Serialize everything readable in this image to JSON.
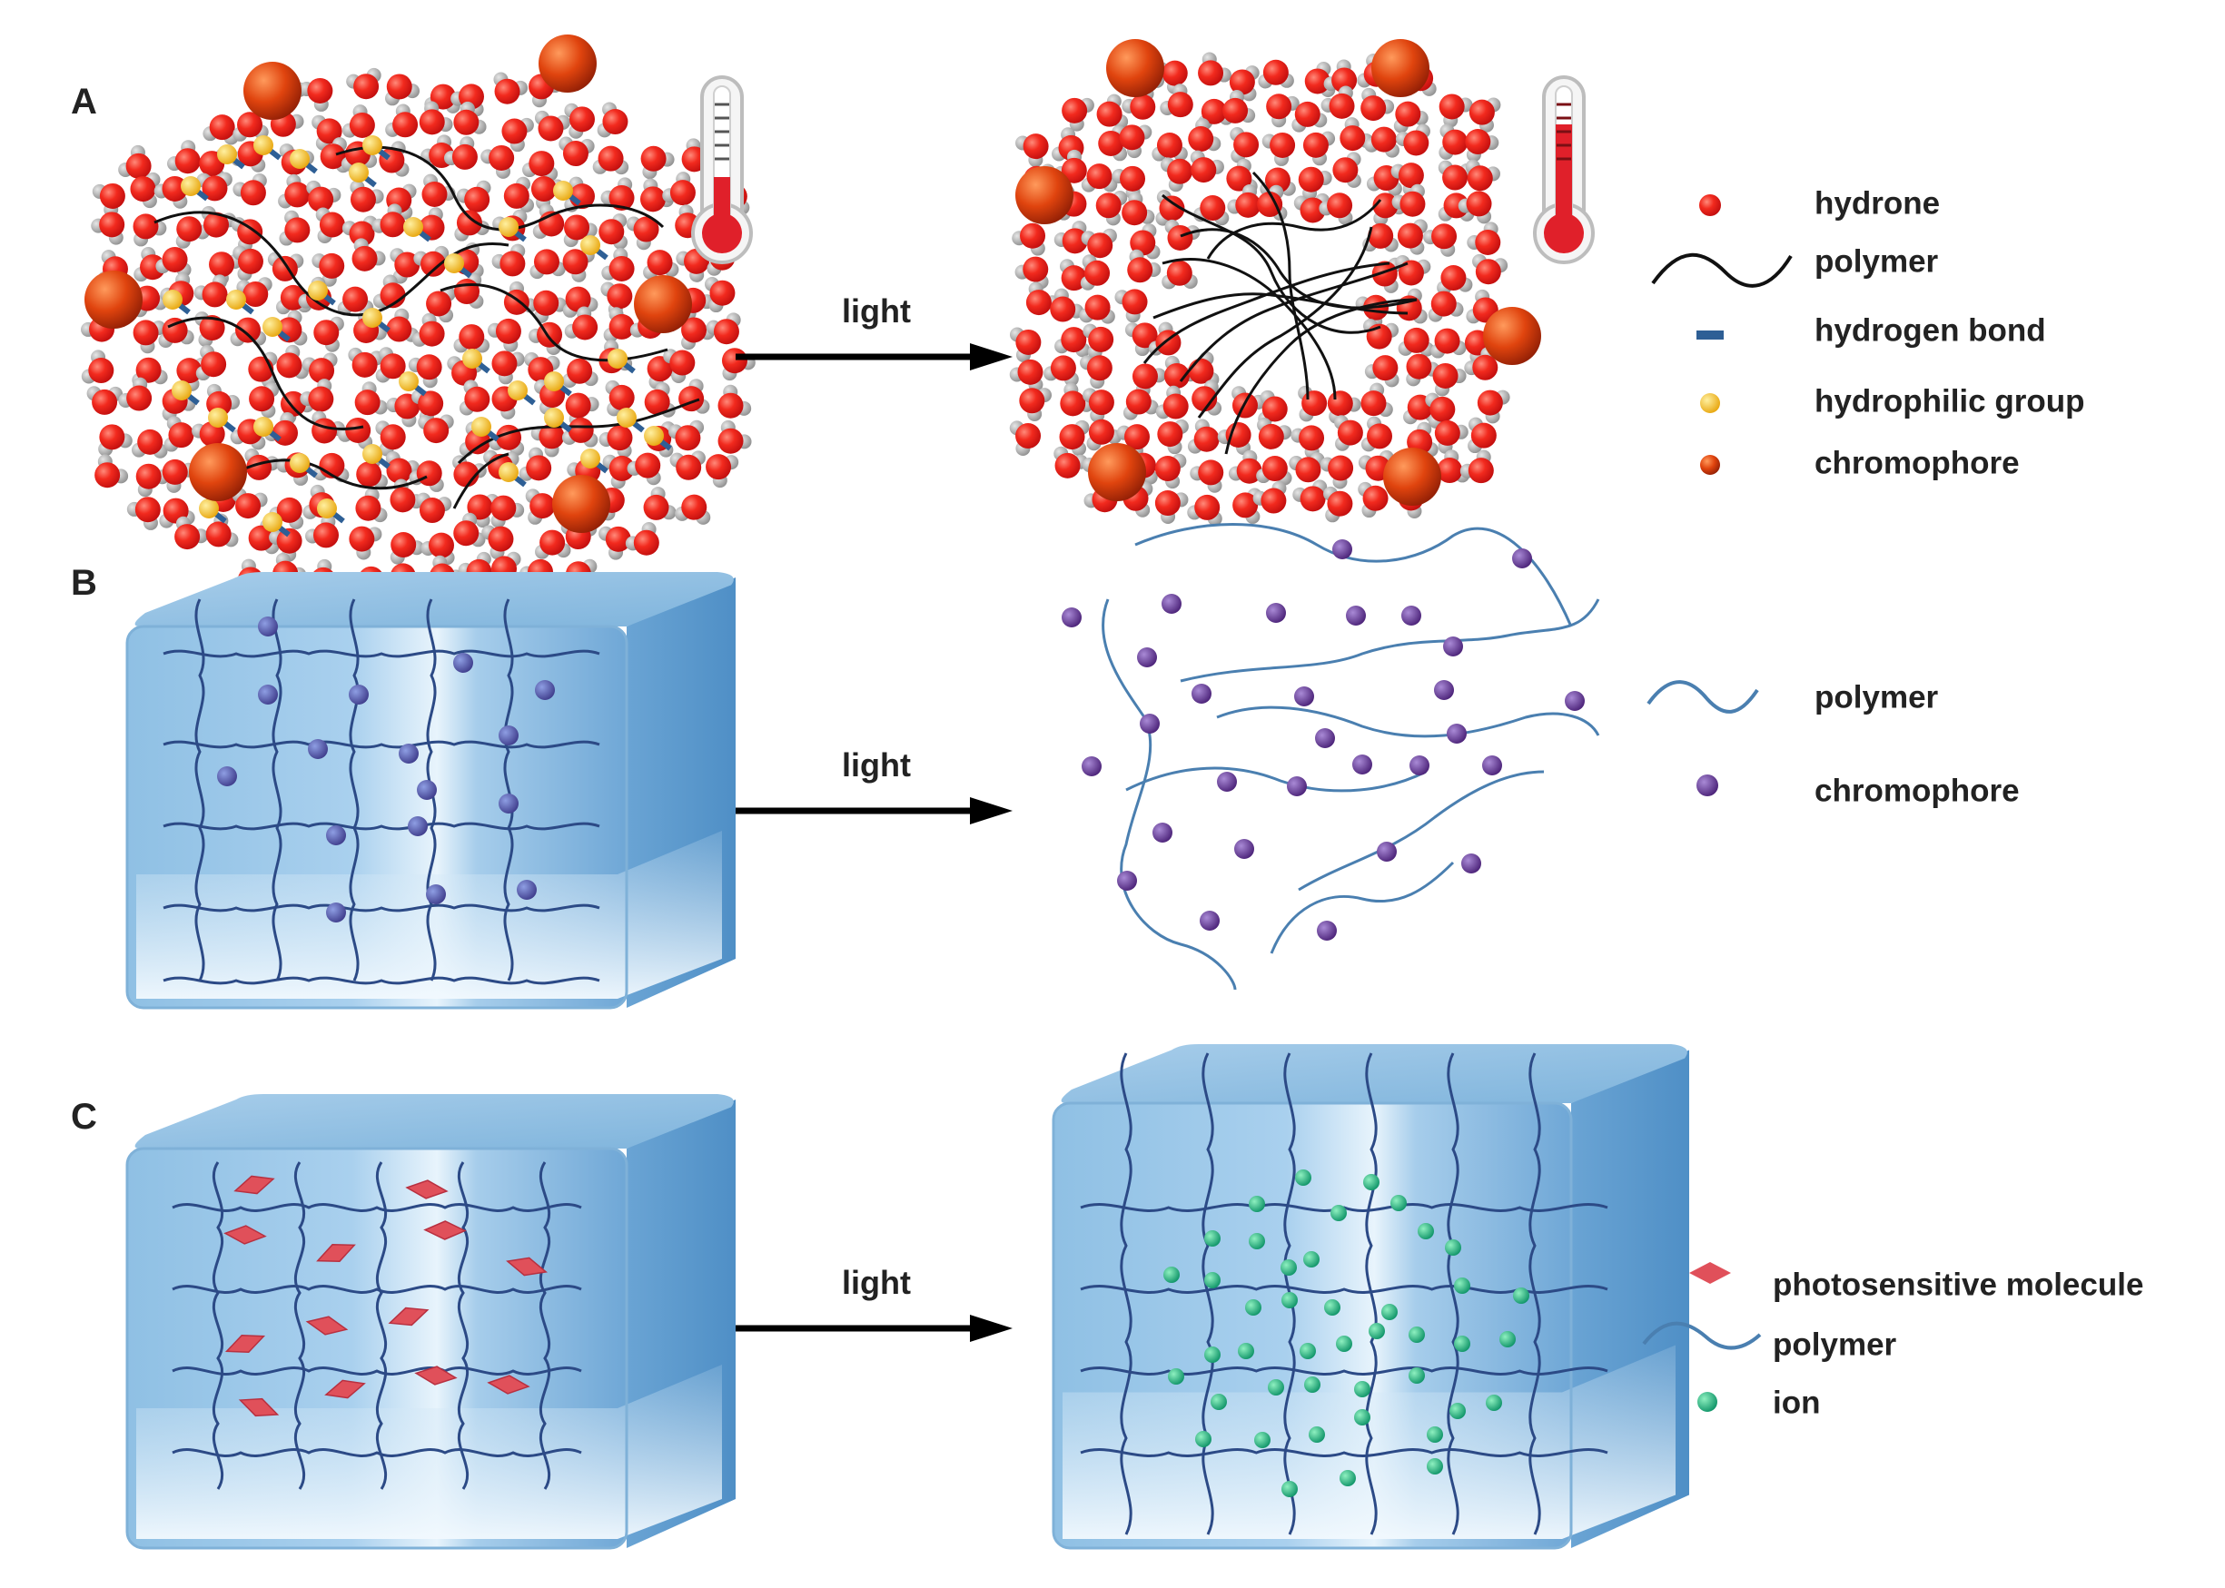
{
  "panels": {
    "a": {
      "label": "A",
      "arrow": "light",
      "legend": [
        {
          "key": "hydrone",
          "text": "hydrone"
        },
        {
          "key": "polymer",
          "text": "polymer"
        },
        {
          "key": "hbond",
          "text": "hydrogen bond"
        },
        {
          "key": "hydrophilic",
          "text": "hydrophilic group"
        },
        {
          "key": "chromophore",
          "text": "chromophore"
        }
      ]
    },
    "b": {
      "label": "B",
      "arrow": "light",
      "legend": [
        {
          "key": "polymer",
          "text": "polymer"
        },
        {
          "key": "chromophore",
          "text": "chromophore"
        }
      ]
    },
    "c": {
      "label": "C",
      "arrow": "light",
      "legend": [
        {
          "key": "photosensitive",
          "text": "photosensitive molecule"
        },
        {
          "key": "polymer",
          "text": "polymer"
        },
        {
          "key": "ion",
          "text": "ion"
        }
      ]
    }
  },
  "colors": {
    "hydrone": "#ee1b1b",
    "hydrogen_atom": "#a9a9a9",
    "hydrogen_bond": "#2e5f95",
    "hydrophilic_group": "#f3c21a",
    "chromophore_a": "#d8400f",
    "chromophore_b": "#5c2d8c",
    "photosensitive_molecule": "#e0505a",
    "ion": "#19b57c",
    "gel": "#7fb5db",
    "polymer_a": "#111111",
    "polymer_gel": "#2c4a86",
    "thermometer_fill": "#e0202a"
  },
  "icons": {
    "thermometer_low": "thermometer-icon",
    "thermometer_high": "thermometer-icon"
  }
}
